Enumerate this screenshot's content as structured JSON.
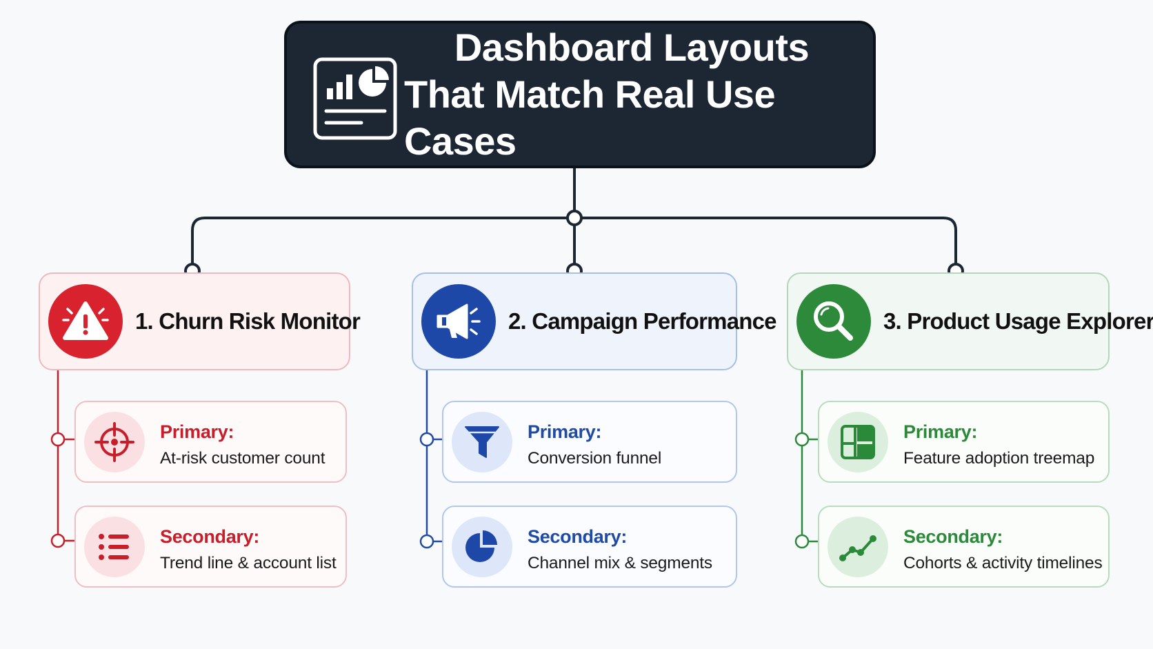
{
  "title": {
    "line1": "Dashboard Layouts",
    "line2": "That Match Real Use Cases",
    "icon": "dashboard-chart-icon"
  },
  "colors": {
    "connector": "#1d2733",
    "red": "#d8232e",
    "blue": "#1d48a8",
    "green": "#2d8a3b"
  },
  "branches": [
    {
      "title": "1. Churn Risk Monitor",
      "icon": "warning-icon",
      "items": [
        {
          "label": "Primary:",
          "text": "At-risk customer count",
          "icon": "target-icon"
        },
        {
          "label": "Secondary:",
          "text": "Trend line & account list",
          "icon": "list-icon"
        }
      ]
    },
    {
      "title": "2. Campaign Performance",
      "icon": "megaphone-icon",
      "items": [
        {
          "label": "Primary:",
          "text": "Conversion funnel",
          "icon": "funnel-icon"
        },
        {
          "label": "Secondary:",
          "text": "Channel mix & segments",
          "icon": "pie-chart-icon"
        }
      ]
    },
    {
      "title": "3. Product Usage Explorer",
      "icon": "search-icon",
      "items": [
        {
          "label": "Primary:",
          "text": "Feature adoption treemap",
          "icon": "treemap-icon"
        },
        {
          "label": "Secondary:",
          "text": "Cohorts & activity timelines",
          "icon": "timeline-icon"
        }
      ]
    }
  ]
}
